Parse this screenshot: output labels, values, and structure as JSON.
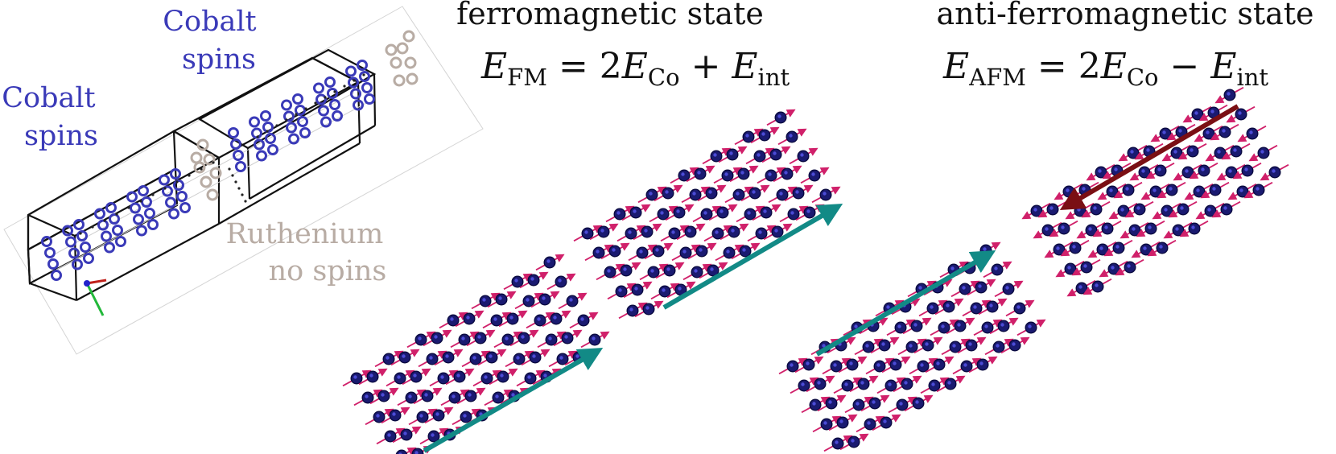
{
  "labels": {
    "cobalt_spins_left": [
      "Cobalt",
      "spins"
    ],
    "cobalt_spins_top": [
      "Cobalt",
      "spins"
    ],
    "ruthenium": [
      "Ruthenium",
      "no spins"
    ]
  },
  "states": {
    "fm": {
      "title": "ferromagnetic state",
      "eq": {
        "E": "E",
        "sub1": "FM",
        "eq": " = 2",
        "E2": "E",
        "sub2": "Co",
        "op": " + ",
        "E3": "E",
        "sub3": "int"
      }
    },
    "afm": {
      "title": "anti-ferromagnetic state",
      "eq": {
        "E": "E",
        "sub1": "AFM",
        "eq": " = 2",
        "E2": "E",
        "sub2": "Co",
        "op": " − ",
        "E3": "E",
        "sub3": "int"
      }
    }
  },
  "colors": {
    "cobalt": "#3a3ab8",
    "ruthenium": "#b8aca4",
    "atom_fill": "#1a1a70",
    "spin_arrow": "#d0206a",
    "arrow_teal": "#128a86",
    "arrow_darkred": "#7a0f14"
  }
}
